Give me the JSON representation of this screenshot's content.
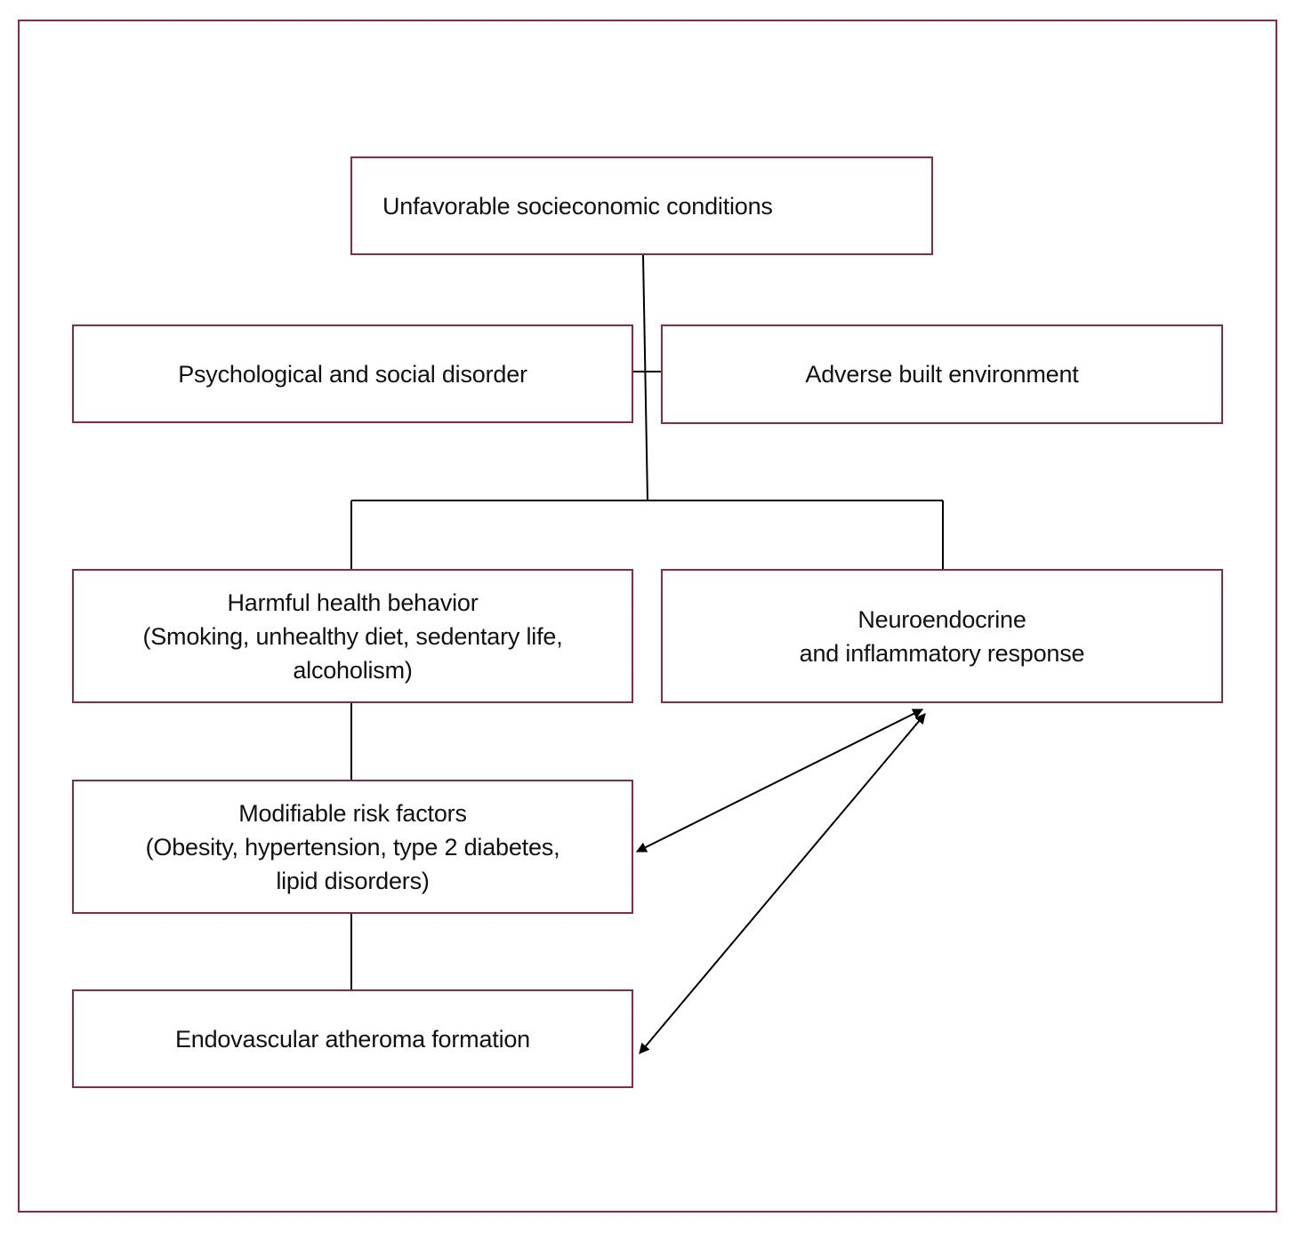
{
  "diagram": {
    "nodes": {
      "top": {
        "lines": [
          "Unfavorable socieconomic conditions"
        ]
      },
      "psych": {
        "lines": [
          "Psychological and social disorder"
        ]
      },
      "env": {
        "lines": [
          "Adverse built environment"
        ]
      },
      "harm": {
        "lines": [
          "Harmful health behavior",
          "(Smoking, unhealthy diet, sedentary life,",
          "alcoholism)"
        ]
      },
      "neuro": {
        "lines": [
          "Neuroendocrine",
          "and inflammatory response"
        ]
      },
      "risk": {
        "lines": [
          "Modifiable risk factors",
          "(Obesity, hypertension, type 2 diabetes,",
          "lipid disorders)"
        ]
      },
      "endo": {
        "lines": [
          "Endovascular atheroma formation"
        ]
      }
    },
    "edges": [
      {
        "from": "top",
        "to": "psych",
        "type": "line"
      },
      {
        "from": "top",
        "to": "env",
        "type": "line"
      },
      {
        "from": "top",
        "to": "harm",
        "type": "line"
      },
      {
        "from": "top",
        "to": "neuro",
        "type": "line"
      },
      {
        "from": "harm",
        "to": "risk",
        "type": "line"
      },
      {
        "from": "risk",
        "to": "endo",
        "type": "line"
      },
      {
        "from": "neuro",
        "to": "risk",
        "type": "bidirectional-arrow"
      },
      {
        "from": "neuro",
        "to": "endo",
        "type": "bidirectional-arrow"
      }
    ],
    "colors": {
      "border": "#8b2c3e",
      "line": "#000000",
      "text": "#111111"
    }
  }
}
